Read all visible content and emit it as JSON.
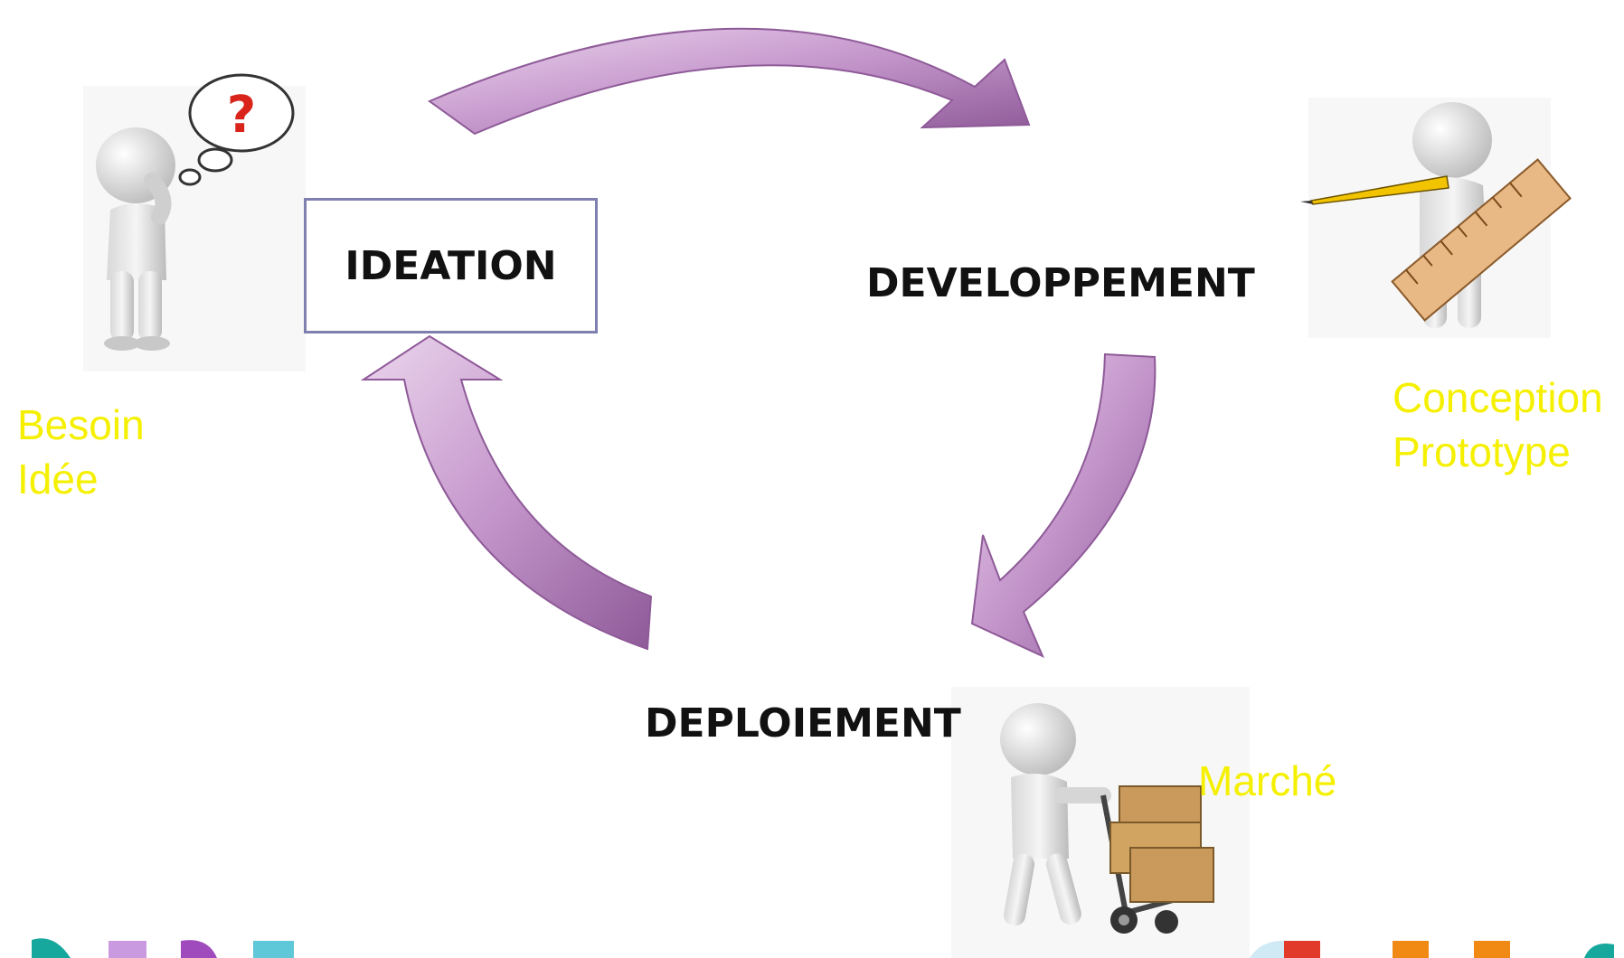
{
  "stages": {
    "ideation": "IDEATION",
    "developpement": "DEVELOPPEMENT",
    "deploiement": "DEPLOIEMENT"
  },
  "notes": {
    "left": [
      "Besoin",
      "Idée"
    ],
    "right": [
      "Conception",
      "Prototype"
    ],
    "bottom": "Marché"
  },
  "colors": {
    "arrow": "#b07ab8",
    "arrow_light": "#e6cbe8",
    "note_text": "#f5f000",
    "box_border": "#7f7fb0"
  },
  "icons": {
    "thinker": "figure-thinking-with-question-mark",
    "builder": "figure-carrying-pencil-and-ruler",
    "mover": "figure-pushing-boxes-on-hand-truck"
  }
}
